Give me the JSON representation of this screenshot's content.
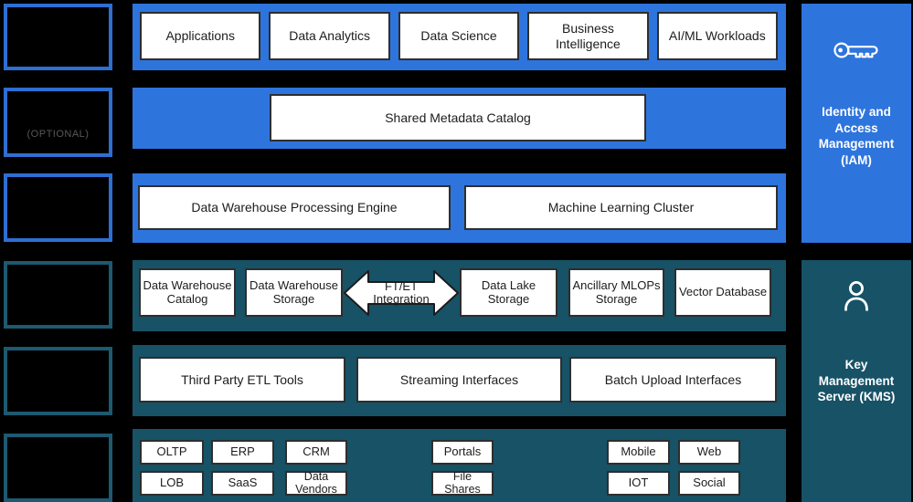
{
  "colors": {
    "background": "#000000",
    "blue": "#2e74dd",
    "teal": "#175266",
    "left_border_blue": "#2e6fd2",
    "left_border_teal": "#1d5970",
    "box_border": "#2e2e2e",
    "optional_text": "#585858"
  },
  "left_rail": {
    "optional_label": "(OPTIONAL)"
  },
  "consumption_layer": {
    "items": [
      "Applications",
      "Data Analytics",
      "Data Science",
      "Business Intelligence",
      "AI/ML Workloads"
    ]
  },
  "metadata_layer": {
    "catalog": "Shared Metadata Catalog"
  },
  "processing_layer": {
    "warehouse_engine": "Data Warehouse Processing Engine",
    "ml_cluster": "Machine Learning Cluster"
  },
  "storage_layer": {
    "warehouse_catalog": "Data Warehouse Catalog",
    "warehouse_storage": "Data Warehouse Storage",
    "integration_arrow": "FT/ET Integration",
    "lake_storage": "Data Lake Storage",
    "mlops_storage": "Ancillary MLOPs Storage",
    "vector_db": "Vector Database"
  },
  "ingestion_layer": {
    "items": [
      "Third Party ETL Tools",
      "Streaming Interfaces",
      "Batch Upload Interfaces"
    ]
  },
  "sources_layer": {
    "row1": [
      "OLTP",
      "ERP",
      "CRM",
      "Portals",
      "Mobile",
      "Web"
    ],
    "row2": [
      "LOB",
      "SaaS",
      "Data Vendors",
      "File Shares",
      "IOT",
      "Social"
    ]
  },
  "security_rail": {
    "iam_label": "Identity and Access Management (IAM)",
    "kms_label": "Key Management Server (KMS)"
  }
}
